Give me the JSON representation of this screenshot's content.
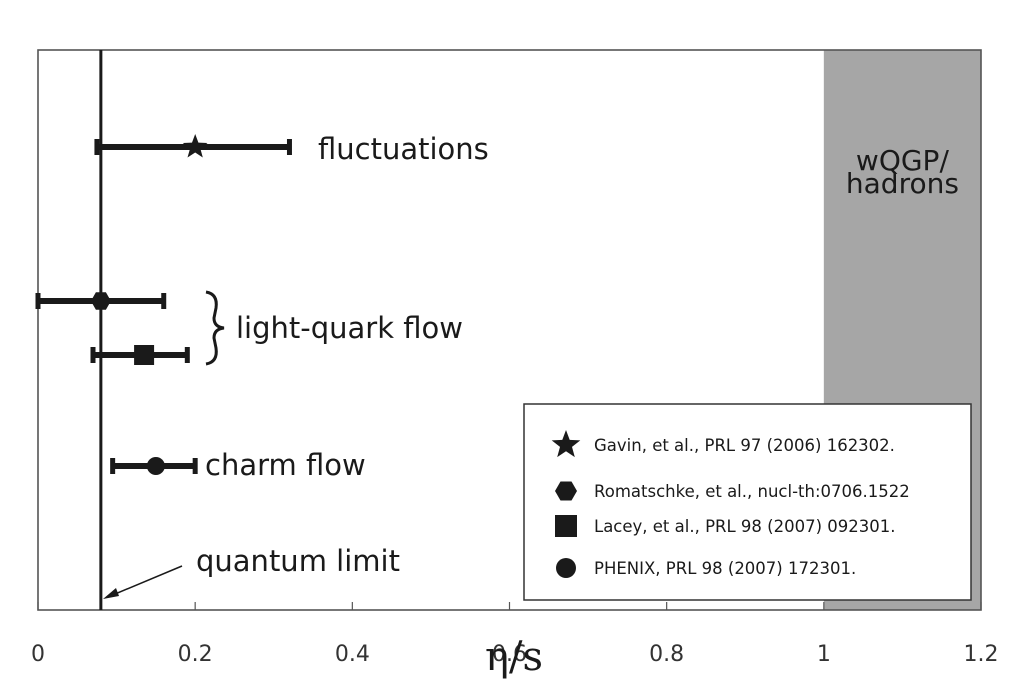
{
  "chart_data": {
    "type": "scatter",
    "xlabel": "η/s",
    "xlim": [
      0,
      1.2
    ],
    "xticks": [
      0,
      0.2,
      0.4,
      0.6,
      0.8,
      1,
      1.2
    ],
    "xtick_labels": [
      "0",
      "0.2",
      "0.4",
      "0.6",
      "0.8",
      "1",
      "1.2"
    ],
    "grid": false,
    "quantum_limit": {
      "x": 0.08,
      "label": "quantum limit"
    },
    "shaded_band": {
      "from": 1.0,
      "to": 1.2,
      "label_lines": [
        "wQGP/",
        "hadrons"
      ],
      "color": "#a6a6a6"
    },
    "series": [
      {
        "name": "Gavin, et al., PRL 97 (2006) 162302.",
        "marker": "star",
        "points": [
          {
            "x": 0.2,
            "xmin": 0.075,
            "xmax": 0.32
          }
        ]
      },
      {
        "name": "Romatschke, et al., nucl-th:0706.1522",
        "marker": "hexagon",
        "points": [
          {
            "x": 0.08,
            "xmin": 0.0,
            "xmax": 0.16
          }
        ]
      },
      {
        "name": "Lacey, et al., PRL 98 (2007) 092301.",
        "marker": "square",
        "points": [
          {
            "x": 0.135,
            "xmin": 0.07,
            "xmax": 0.19
          }
        ]
      },
      {
        "name": "PHENIX, PRL 98 (2007) 172301.",
        "marker": "circle",
        "points": [
          {
            "x": 0.15,
            "xmin": 0.095,
            "xmax": 0.2
          }
        ]
      }
    ],
    "annotations": {
      "fluctuations": "fluctuations",
      "light_quark_flow": "light-quark flow",
      "charm_flow": "charm flow"
    },
    "legend_position": "bottom-right",
    "colors": {
      "marker": "#1a1a1a",
      "axis": "#555555",
      "band": "#a6a6a6"
    }
  }
}
